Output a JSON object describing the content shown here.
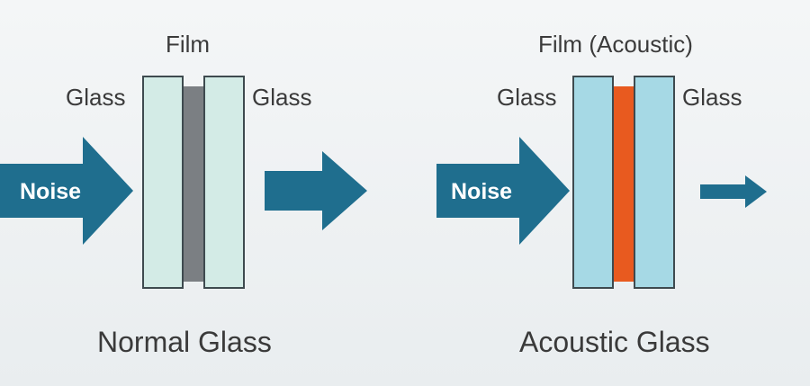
{
  "colors": {
    "arrow": "#1f6e8e",
    "normal_glass": "#d3ebe6",
    "normal_film": "#7b7f83",
    "acoustic_glass": "#a6d9e5",
    "acoustic_film": "#e85a1f",
    "pane_border": "#3e4a4f"
  },
  "normal": {
    "film_label": "Film",
    "glass_left_label": "Glass",
    "glass_right_label": "Glass",
    "input_label": "Noise",
    "caption": "Normal Glass"
  },
  "acoustic": {
    "film_label": "Film (Acoustic)",
    "glass_left_label": "Glass",
    "glass_right_label": "Glass",
    "input_label": "Noise",
    "caption": "Acoustic Glass"
  }
}
